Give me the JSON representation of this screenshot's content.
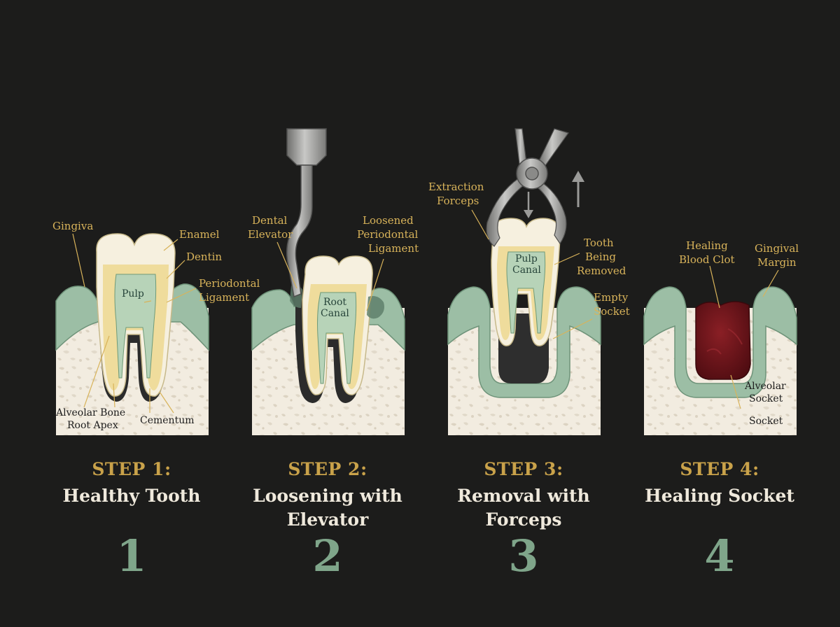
{
  "panels": [
    {
      "step": "STEP 1:",
      "title": "Healthy Tooth",
      "number": "1",
      "labels": {
        "gingiva": "Gingiva",
        "enamel": "Enamel",
        "dentin": "Dentin",
        "pulp": "Pulp",
        "periodontal_1": "Periodontal",
        "periodontal_2": "Ligament",
        "alveolar_bone": "Alveolar Bone",
        "root_apex": "Root Apex",
        "cementum": "Cementum"
      }
    },
    {
      "step": "STEP 2:",
      "title_line1": "Loosening with",
      "title_line2": "Elevator",
      "number": "2",
      "labels": {
        "dental_1": "Dental",
        "dental_2": "Elevator",
        "loosened_1": "Loosened",
        "loosened_2": "Periodontal",
        "loosened_3": "Ligament",
        "root_1": "Root",
        "root_2": "Canal"
      }
    },
    {
      "step": "STEP 3:",
      "title_line1": "Removal with",
      "title_line2": "Forceps",
      "number": "3",
      "labels": {
        "extraction_1": "Extraction",
        "extraction_2": "Forceps",
        "tooth_1": "Tooth",
        "tooth_2": "Being",
        "tooth_3": "Removed",
        "empty_1": "Empty",
        "empty_2": "Socket",
        "pulp_1": "Pulp",
        "pulp_2": "Canal"
      }
    },
    {
      "step": "STEP 4:",
      "title": "Healing Socket",
      "number": "4",
      "labels": {
        "healing_1": "Healing",
        "healing_2": "Blood Clot",
        "gingival_1": "Gingival",
        "gingival_2": "Margin",
        "alveolar_1": "Alveolar",
        "alveolar_2": "Socket",
        "socket": "Socket"
      }
    }
  ],
  "colors": {
    "background": "#1c1c1b",
    "label": "#d8b35a",
    "step_title": "#c9a24a",
    "step_number": "#7fa58a",
    "gum": "#9cbea5",
    "bone": "#f2ece0",
    "enamel": "#f6f0df",
    "dentin": "#efdc9c",
    "pulp": "#b7d3b8",
    "blood_clot": "#6b1218",
    "instrument": "#9a9a98"
  }
}
